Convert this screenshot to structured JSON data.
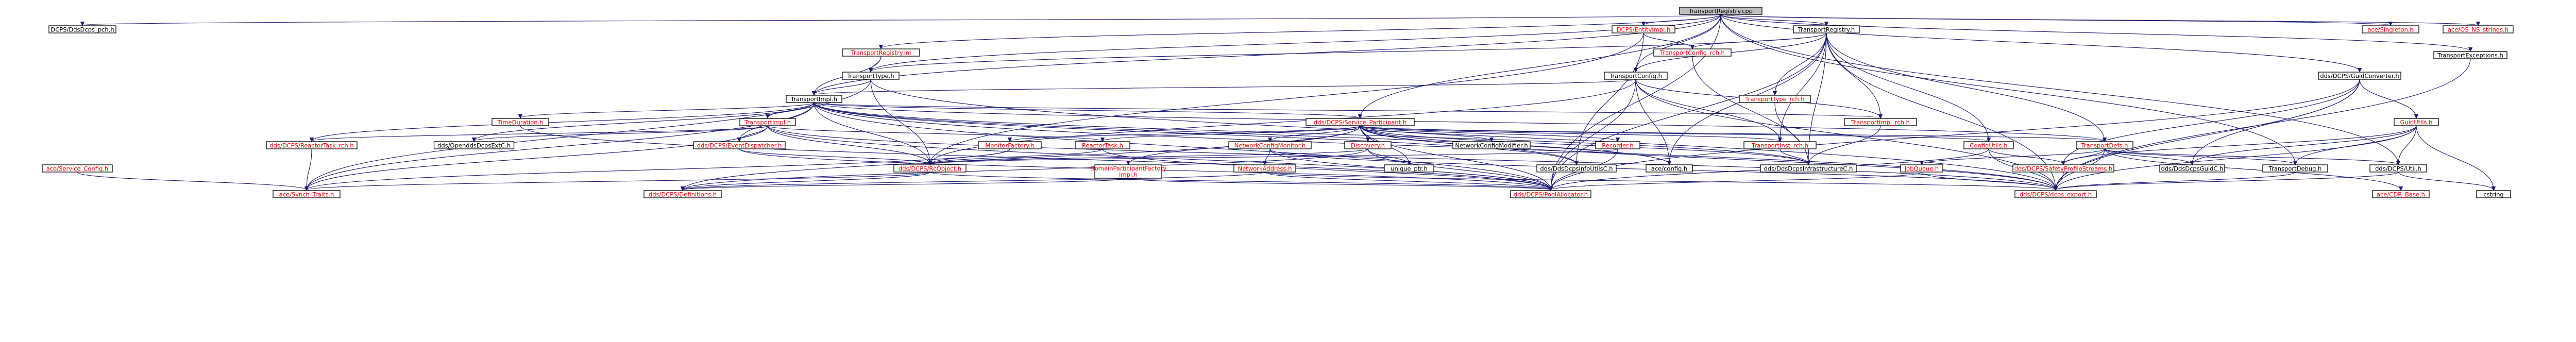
{
  "graph": {
    "root": "TransportRegistry.cpp",
    "nodes": [
      {
        "id": "n0",
        "label": "TransportRegistry.cpp",
        "root": true,
        "link": false
      },
      {
        "id": "n1",
        "label": "DCPS/DdsDcps_pch.h",
        "link": false
      },
      {
        "id": "n2",
        "label": "DCPS/EntityImpl.h",
        "link": true
      },
      {
        "id": "n3",
        "label": "TransportRegistry.h",
        "link": false
      },
      {
        "id": "n4",
        "label": "ace/Singleton.h",
        "link": true
      },
      {
        "id": "n5",
        "label": "ace/OS_NS_strings.h",
        "link": true
      },
      {
        "id": "n6",
        "label": "TransportRegistry.inl",
        "link": true
      },
      {
        "id": "n7",
        "label": "TransportConfig_rch.h",
        "link": true
      },
      {
        "id": "n8",
        "label": "TransportExceptions.h",
        "link": false
      },
      {
        "id": "n9",
        "label": "TransportType.h",
        "link": false
      },
      {
        "id": "n10",
        "label": "TransportConfig.h",
        "link": false
      },
      {
        "id": "n11",
        "label": "dds/DCPS/GuidConverter.h",
        "link": false
      },
      {
        "id": "n12",
        "label": "TransportImpl.h",
        "link": false
      },
      {
        "id": "n13",
        "label": "TransportType_rch.h",
        "link": true
      },
      {
        "id": "n14",
        "label": "TimeDuration.h",
        "link": true
      },
      {
        "id": "n15",
        "label": "TransportImpl.h",
        "link": true
      },
      {
        "id": "n16",
        "label": "dds/DCPS/Service_Participant.h",
        "link": true
      },
      {
        "id": "n17",
        "label": "TransportImpl_rch.h",
        "link": true
      },
      {
        "id": "n18",
        "label": "GuidUtils.h",
        "link": true
      },
      {
        "id": "n19",
        "label": "dds/DCPS/ReactorTask_rch.h",
        "link": true
      },
      {
        "id": "n20",
        "label": "dds/OpenddsDcpsExtC.h",
        "link": false
      },
      {
        "id": "n21",
        "label": "dds/DCPS/EventDispatcher.h",
        "link": true
      },
      {
        "id": "n22",
        "label": "MonitorFactory.h",
        "link": true
      },
      {
        "id": "n23",
        "label": "ReactorTask.h",
        "link": true
      },
      {
        "id": "n24",
        "label": "NetworkConfigMonitor.h",
        "link": true
      },
      {
        "id": "n25",
        "label": "Discovery.h",
        "link": true
      },
      {
        "id": "n26",
        "label": "NetworkConfigModifier.h",
        "link": false
      },
      {
        "id": "n27",
        "label": "Recorder.h",
        "link": true
      },
      {
        "id": "n28",
        "label": "TransportInst_rch.h",
        "link": true
      },
      {
        "id": "n29",
        "label": "ConfigUtils.h",
        "link": true
      },
      {
        "id": "n30",
        "label": "TransportDefs.h",
        "link": true
      },
      {
        "id": "n31",
        "label": "ace/Service_Config.h",
        "link": true
      },
      {
        "id": "n32",
        "label": "dds/DCPS/RcObject.h",
        "link": true
      },
      {
        "id": "n33",
        "label": "DomainParticipantFactoryImpl.h",
        "link": true
      },
      {
        "id": "n34",
        "label": "NetworkAddress.h",
        "link": true
      },
      {
        "id": "n35",
        "label": "unique_ptr.h",
        "link": false
      },
      {
        "id": "n36",
        "label": "dds/DdsDcpsInfoUtilsC.h",
        "link": false
      },
      {
        "id": "n37",
        "label": "ace/config.h",
        "link": false
      },
      {
        "id": "n38",
        "label": "dds/DdsDcpsInfrastructureC.h",
        "link": false
      },
      {
        "id": "n39",
        "label": "JobQueue.h",
        "link": true
      },
      {
        "id": "n40",
        "label": "dds/DCPS/SafetyProfileStreams.h",
        "link": true
      },
      {
        "id": "n41",
        "label": "dds/DdsDcpsGuidC.h",
        "link": false
      },
      {
        "id": "n42",
        "label": "TransportDebug.h",
        "link": false
      },
      {
        "id": "n43",
        "label": "dds/DCPS/Util.h",
        "link": false
      },
      {
        "id": "n44",
        "label": "ace/Synch_Traits.h",
        "link": true
      },
      {
        "id": "n45",
        "label": "dds/DCPS/Definitions.h",
        "link": true
      },
      {
        "id": "n46",
        "label": "dds/DCPS/PoolAllocator.h",
        "link": true
      },
      {
        "id": "n47",
        "label": "dds/DCPS/dcps_export.h",
        "link": true
      },
      {
        "id": "n48",
        "label": "ace/CDR_Base.h",
        "link": true
      },
      {
        "id": "n49",
        "label": "cstring",
        "link": false
      }
    ],
    "edges": [
      [
        "n0",
        "n1"
      ],
      [
        "n0",
        "n2"
      ],
      [
        "n0",
        "n3"
      ],
      [
        "n0",
        "n4"
      ],
      [
        "n0",
        "n5"
      ],
      [
        "n0",
        "n6"
      ],
      [
        "n0",
        "n8"
      ],
      [
        "n0",
        "n9"
      ],
      [
        "n0",
        "n10"
      ],
      [
        "n0",
        "n11"
      ],
      [
        "n0",
        "n12"
      ],
      [
        "n0",
        "n16"
      ],
      [
        "n0",
        "n42"
      ],
      [
        "n0",
        "n43"
      ],
      [
        "n0",
        "n46"
      ],
      [
        "n2",
        "n7"
      ],
      [
        "n2",
        "n32"
      ],
      [
        "n2",
        "n36"
      ],
      [
        "n3",
        "n9"
      ],
      [
        "n3",
        "n10"
      ],
      [
        "n3",
        "n7"
      ],
      [
        "n3",
        "n13"
      ],
      [
        "n3",
        "n17"
      ],
      [
        "n3",
        "n28"
      ],
      [
        "n3",
        "n29"
      ],
      [
        "n3",
        "n30"
      ],
      [
        "n3",
        "n37"
      ],
      [
        "n3",
        "n38"
      ],
      [
        "n3",
        "n47"
      ],
      [
        "n3",
        "n46"
      ],
      [
        "n6",
        "n9"
      ],
      [
        "n6",
        "n12"
      ],
      [
        "n7",
        "n38"
      ],
      [
        "n8",
        "n47"
      ],
      [
        "n9",
        "n12"
      ],
      [
        "n9",
        "n44"
      ],
      [
        "n9",
        "n32"
      ],
      [
        "n9",
        "n47"
      ],
      [
        "n10",
        "n12"
      ],
      [
        "n10",
        "n17"
      ],
      [
        "n10",
        "n28"
      ],
      [
        "n10",
        "n32"
      ],
      [
        "n10",
        "n37"
      ],
      [
        "n10",
        "n46"
      ],
      [
        "n10",
        "n47"
      ],
      [
        "n11",
        "n18"
      ],
      [
        "n11",
        "n41"
      ],
      [
        "n11",
        "n40"
      ],
      [
        "n11",
        "n46"
      ],
      [
        "n11",
        "n47"
      ],
      [
        "n12",
        "n14"
      ],
      [
        "n12",
        "n15"
      ],
      [
        "n12",
        "n16"
      ],
      [
        "n12",
        "n17"
      ],
      [
        "n12",
        "n19"
      ],
      [
        "n12",
        "n20"
      ],
      [
        "n12",
        "n21"
      ],
      [
        "n12",
        "n30"
      ],
      [
        "n12",
        "n32"
      ],
      [
        "n12",
        "n37"
      ],
      [
        "n12",
        "n38"
      ],
      [
        "n12",
        "n44"
      ],
      [
        "n12",
        "n46"
      ],
      [
        "n12",
        "n47"
      ],
      [
        "n12",
        "n36"
      ],
      [
        "n13",
        "n38"
      ],
      [
        "n14",
        "n46"
      ],
      [
        "n15",
        "n19"
      ],
      [
        "n15",
        "n20"
      ],
      [
        "n15",
        "n21"
      ],
      [
        "n15",
        "n23"
      ],
      [
        "n15",
        "n32"
      ],
      [
        "n15",
        "n44"
      ],
      [
        "n15",
        "n46"
      ],
      [
        "n15",
        "n47"
      ],
      [
        "n16",
        "n22"
      ],
      [
        "n16",
        "n23"
      ],
      [
        "n16",
        "n24"
      ],
      [
        "n16",
        "n25"
      ],
      [
        "n16",
        "n26"
      ],
      [
        "n16",
        "n27"
      ],
      [
        "n16",
        "n28"
      ],
      [
        "n16",
        "n29"
      ],
      [
        "n16",
        "n30"
      ],
      [
        "n16",
        "n33"
      ],
      [
        "n16",
        "n35"
      ],
      [
        "n16",
        "n36"
      ],
      [
        "n16",
        "n37"
      ],
      [
        "n16",
        "n38"
      ],
      [
        "n16",
        "n45"
      ],
      [
        "n16",
        "n46"
      ],
      [
        "n16",
        "n47"
      ],
      [
        "n17",
        "n38"
      ],
      [
        "n18",
        "n41"
      ],
      [
        "n18",
        "n40"
      ],
      [
        "n18",
        "n42"
      ],
      [
        "n18",
        "n43"
      ],
      [
        "n18",
        "n47"
      ],
      [
        "n18",
        "n49"
      ],
      [
        "n19",
        "n44"
      ],
      [
        "n21",
        "n32"
      ],
      [
        "n21",
        "n46"
      ],
      [
        "n22",
        "n32"
      ],
      [
        "n22",
        "n44"
      ],
      [
        "n23",
        "n32"
      ],
      [
        "n23",
        "n46"
      ],
      [
        "n24",
        "n34"
      ],
      [
        "n24",
        "n46"
      ],
      [
        "n24",
        "n47"
      ],
      [
        "n25",
        "n32"
      ],
      [
        "n25",
        "n35"
      ],
      [
        "n25",
        "n45"
      ],
      [
        "n25",
        "n46"
      ],
      [
        "n27",
        "n32"
      ],
      [
        "n27",
        "n46"
      ],
      [
        "n28",
        "n38"
      ],
      [
        "n29",
        "n40"
      ],
      [
        "n29",
        "n46"
      ],
      [
        "n29",
        "n47"
      ],
      [
        "n30",
        "n39"
      ],
      [
        "n30",
        "n40"
      ],
      [
        "n30",
        "n41"
      ],
      [
        "n30",
        "n42"
      ],
      [
        "n30",
        "n43"
      ],
      [
        "n30",
        "n47"
      ],
      [
        "n30",
        "n48"
      ],
      [
        "n31",
        "n44"
      ],
      [
        "n32",
        "n44"
      ],
      [
        "n32",
        "n45"
      ],
      [
        "n32",
        "n46"
      ],
      [
        "n33",
        "n45"
      ],
      [
        "n33",
        "n46"
      ],
      [
        "n34",
        "n45"
      ],
      [
        "n34",
        "n46"
      ],
      [
        "n34",
        "n47"
      ],
      [
        "n39",
        "n46"
      ],
      [
        "n39",
        "n47"
      ],
      [
        "n40",
        "n47"
      ],
      [
        "n42",
        "n47"
      ],
      [
        "n43",
        "n47"
      ],
      [
        "n43",
        "n49"
      ]
    ]
  },
  "colors": {
    "edge": "#191970",
    "link_text": "#ff0000",
    "plain_text": "#000000",
    "root_fill": "#bfbfbf",
    "node_fill": "#ffffff"
  }
}
